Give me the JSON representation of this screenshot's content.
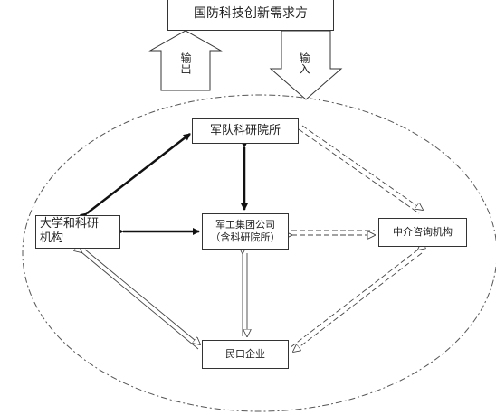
{
  "nodes": {
    "demand": "国防科技创新需求方",
    "military_institute": "军队科研院所",
    "university": "大学和科研\n机构",
    "group_line1": "军工集团公司",
    "group_line2": "（含科研院所）",
    "agency": "中介咨询机构",
    "private_enterprise": "民口企业"
  },
  "labels": {
    "output": "输出",
    "input": "输入"
  },
  "colors": {
    "line": "#333333",
    "thick": "#111111",
    "background": "#ffffff"
  }
}
